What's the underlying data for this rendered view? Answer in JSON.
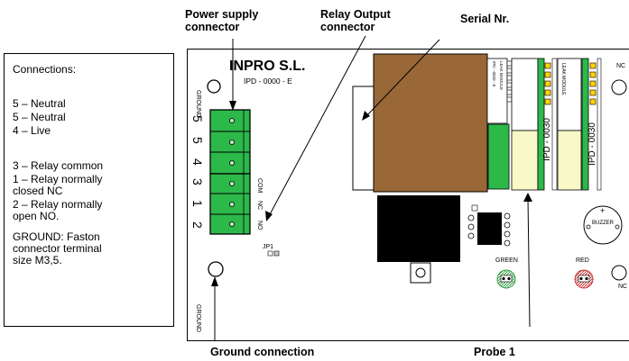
{
  "callouts": {
    "power_supply": "Power supply\nconnector",
    "relay_output": "Relay Output\nconnector",
    "serial_nr": "Serial Nr.",
    "probe1": "Probe 1",
    "ground_connection": "Ground connection"
  },
  "info_box": {
    "title": "Connections:",
    "lines": [
      "5 – Neutral",
      "5 – Neutral",
      "4 – Live",
      "3 – Relay common",
      "1 – Relay normally\n      closed NC",
      "2 – Relay normally\n      open NO.",
      "GROUND: Faston\nconnector  terminal\nsize M3,5."
    ]
  },
  "board": {
    "company": "INPRO S.L.",
    "model": "IPD - 0000 - E",
    "ground_label": "GROUND",
    "terminal_numbers": [
      "5",
      "5",
      "4",
      "3",
      "1",
      "2"
    ],
    "relay_pin_labels": [
      "COM",
      "NC",
      "NO"
    ],
    "jumper_label": "JP1",
    "module_code_1": "IPD - 0030",
    "module_code_2": "IPD - 0030",
    "leak_module": "LEAK MODULE",
    "leak_module_small": "LEAK MODULE",
    "mini_code": "IPD - 0020 - E",
    "buzzer_label": "BUZZER",
    "buzzer_plus": "+",
    "green_led_label": "GREEN",
    "red_led_label": "RED",
    "nc_label": "NC",
    "nc_label_2": "NC"
  },
  "colors": {
    "terminal_green": "#2db84a",
    "relay_brown": "#9a6737",
    "module_yellow": "#f8f8c8",
    "green_led": "#2e9a3e",
    "red_led": "#c83030"
  }
}
